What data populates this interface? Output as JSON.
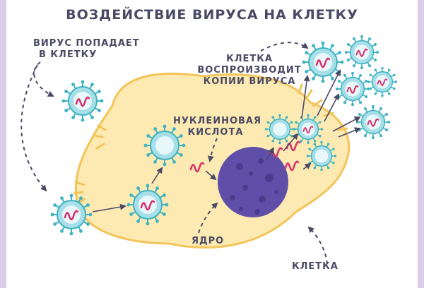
{
  "title": "ВОЗДЕЙСТВИЕ ВИРУСА НА КЛЕТКУ",
  "labels": {
    "virus_enters_line1": "ВИРУС ПОПАДАЕТ",
    "virus_enters_line2": "В КЛЕТКУ",
    "cell_reproduces_line1": "КЛЕТКА",
    "cell_reproduces_line2": "ВОСПРОИЗВОДИТ",
    "cell_reproduces_line3": "КОПИИ ВИРУСА",
    "nucleic_acid_line1": "НУКЛЕИНОВАЯ",
    "nucleic_acid_line2": "КИСЛОТА",
    "nucleus": "ЯДРО",
    "cell": "КЛЕТКА"
  },
  "colors": {
    "cell_fill": "#fdeab2",
    "cell_stroke": "#f2c45a",
    "virus_fill": "#a6dfe8",
    "virus_core": "#e8f8fa",
    "virus_stroke": "#3fb3c2",
    "rna": "#d6336c",
    "nucleus": "#5f4fa8",
    "arrow": "#4a4a66",
    "border": "#d9cde8"
  }
}
